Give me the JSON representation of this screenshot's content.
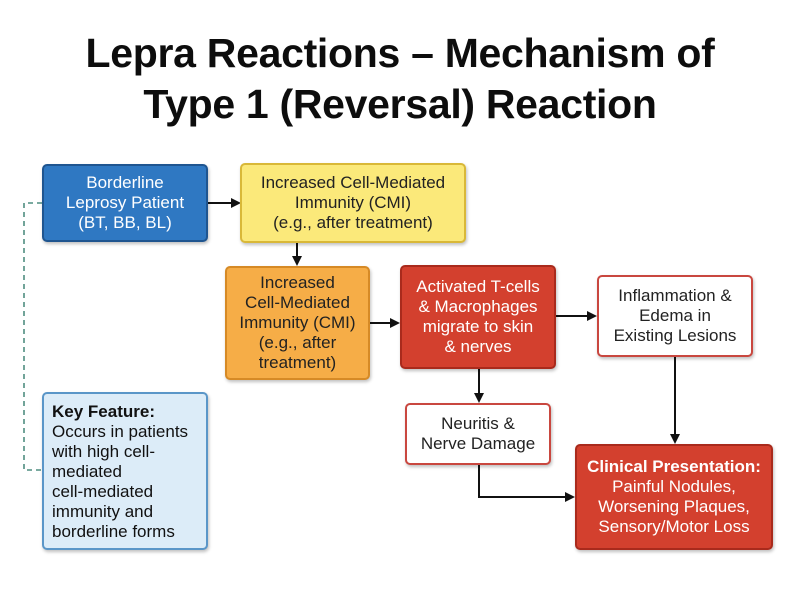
{
  "title": {
    "line1": "Lepra Reactions – Mechanism of",
    "line2": "Type 1 (Reversal) Reaction"
  },
  "nodes": {
    "patient": "Borderline\nLeprosy Patient\n(BT, BB, BL)",
    "cmi_top": "Increased Cell-Mediated\nImmunity (CMI)\n(e.g., after treatment)",
    "cmi_mid": "Increased\nCell-Mediated\nImmunity (CMI)\n(e.g., after\ntreatment)",
    "activated": "Activated T-cells\n& Macrophages\nmigrate to skin\n& nerves",
    "inflammation": "Inflammation &\nEdema in\nExisting Lesions",
    "neuritis": "Neuritis &\nNerve Damage",
    "clinical": {
      "heading": "Clinical Presentation:",
      "body": "Painful Nodules,\nWorsening Plaques,\nSensory/Motor Loss"
    },
    "key_feature": {
      "heading": "Key Feature:",
      "body": "Occurs in patients\nwith high cell-\nmediated\ncell-mediated\nimmunity and\nborderline forms"
    }
  },
  "colors": {
    "blue": "#2f78c2",
    "yellow": "#fbe97a",
    "orange": "#f6ad47",
    "red": "#d3402e",
    "key_bg": "#dcecf8",
    "dashed_link": "#4f8d80"
  }
}
